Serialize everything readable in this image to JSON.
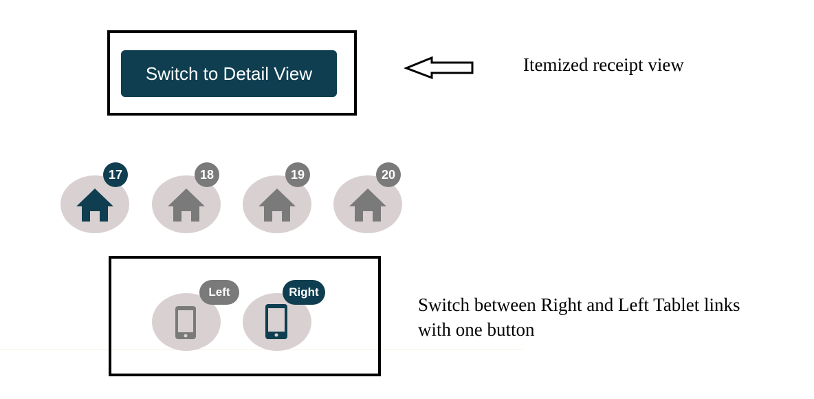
{
  "detail_button": {
    "label": "Switch to Detail View"
  },
  "annotations": {
    "receipt": "Itemized receipt view",
    "tablet_line1": "Switch between Right and Left Tablet links",
    "tablet_line2": "with one button"
  },
  "houses": [
    {
      "badge": "17",
      "icon": "home-icon",
      "active": true
    },
    {
      "badge": "18",
      "icon": "home-icon",
      "active": false
    },
    {
      "badge": "19",
      "icon": "home-icon",
      "active": false
    },
    {
      "badge": "20",
      "icon": "home-icon",
      "active": false
    }
  ],
  "tablets": [
    {
      "badge": "Left",
      "icon": "tablet-icon",
      "active": false
    },
    {
      "badge": "Right",
      "icon": "tablet-icon",
      "active": true
    }
  ],
  "colors": {
    "accent": "#0e3e50",
    "inactive": "#7a7a7a",
    "circle_bg": "#d9d1d1",
    "frame": "#000000"
  }
}
